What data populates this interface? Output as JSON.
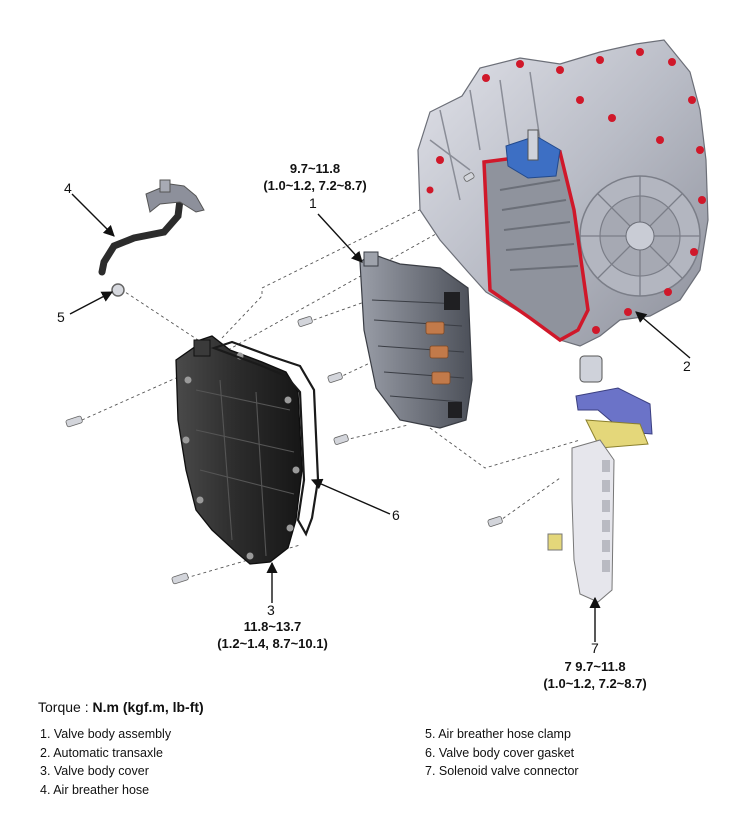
{
  "callouts": {
    "c1": "1",
    "c2": "2",
    "c3": "3",
    "c4": "4",
    "c5": "5",
    "c6": "6",
    "c7": "7"
  },
  "torque_specs": {
    "valve_body": {
      "line1": "9.7~11.8",
      "line2": "(1.0~1.2, 7.2~8.7)"
    },
    "cover": {
      "line1": "11.8~13.7",
      "line2": "(1.2~1.4, 8.7~10.1)"
    },
    "connector": {
      "line1": "7 9.7~11.8",
      "line2": "(1.0~1.2, 7.2~8.7)"
    }
  },
  "torque_heading": {
    "label": "Torque : ",
    "units": "N.m (kgf.m, lb-ft)"
  },
  "legend": {
    "left": [
      "1. Valve body assembly",
      "2. Automatic transaxle",
      "3. Valve body cover",
      "4. Air breather hose"
    ],
    "right": [
      "5. Air breather hose clamp",
      "6. Valve body cover gasket",
      "7. Solenoid valve connector"
    ]
  },
  "colors": {
    "transaxle_case": "#c9cbd3",
    "gasket_red": "#d0182a",
    "cover_dark": "#2a2a2a",
    "valve_body": "#6b6f78",
    "solenoid_copper": "#c27a4a",
    "connector_light": "#e6e6ec",
    "bracket_blue": "#3d6fc4",
    "hose_dark": "#2c2c2c"
  }
}
